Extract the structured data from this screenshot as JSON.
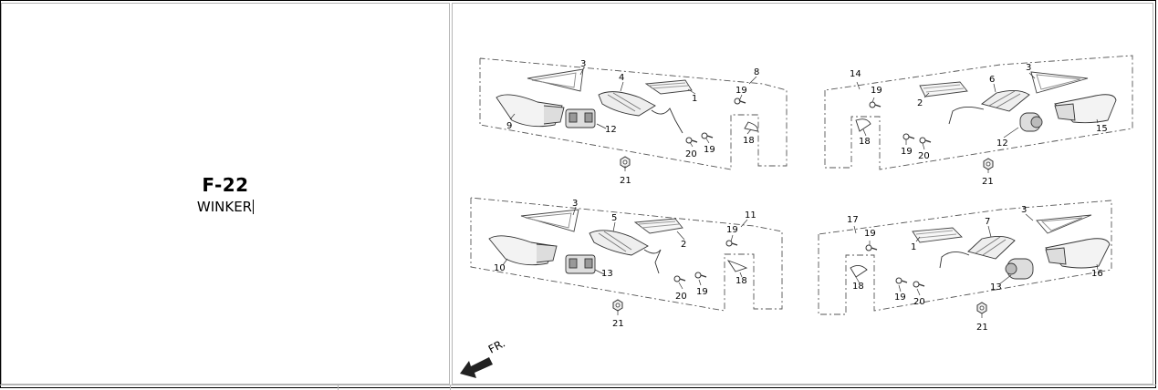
{
  "section": {
    "code": "F-22",
    "title": "WINKER"
  },
  "diagram": {
    "direction_label": "FR.",
    "callouts": {
      "a": [
        "3",
        "4",
        "8",
        "1",
        "19",
        "9",
        "12",
        "18",
        "20",
        "19",
        "21"
      ],
      "b": [
        "14",
        "19",
        "2",
        "6",
        "3",
        "18",
        "19",
        "20",
        "12",
        "15",
        "21"
      ],
      "c": [
        "3",
        "5",
        "11",
        "2",
        "19",
        "10",
        "13",
        "18",
        "20",
        "19",
        "21"
      ],
      "d": [
        "17",
        "19",
        "1",
        "7",
        "3",
        "18",
        "19",
        "20",
        "13",
        "16",
        "21"
      ]
    }
  }
}
